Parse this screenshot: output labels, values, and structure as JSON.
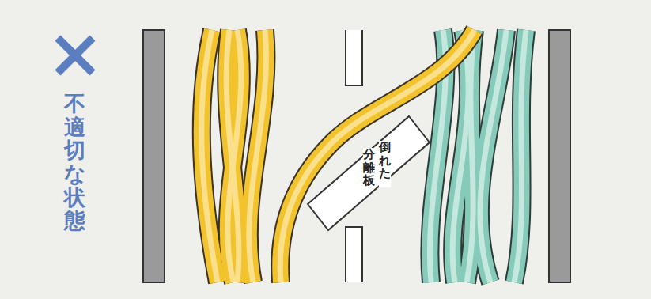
{
  "diagram": {
    "nodes": [
      {
        "text": [
          "倒れた",
          "分離板"
        ]
      }
    ],
    "labels": [
      "不適切な状態"
    ]
  }
}
